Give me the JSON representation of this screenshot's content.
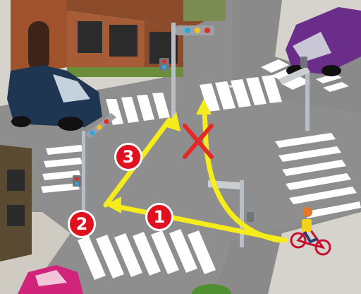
{
  "colors": {
    "road": "#8e8e8e",
    "road_dark": "#7a7a7a",
    "sidewalk": "#d9d7d2",
    "crosswalk": "#ffffff",
    "arrow": "#f6ec1d",
    "step_circle": "#e0101e",
    "forbidden_mark": "#e32a27",
    "building_brick": "#a0522d",
    "car_purple": "#6a2e8a",
    "car_navy": "#1f3652",
    "car_magenta": "#d1237a"
  },
  "steps": [
    {
      "label": "1",
      "description_icon": "yellow-arrow-straight"
    },
    {
      "label": "2",
      "description_icon": "corner-stop"
    },
    {
      "label": "3",
      "description_icon": "yellow-arrow-diagonal"
    }
  ],
  "forbidden": {
    "icon": "red-x-icon",
    "meaning": "direct-right-turn-not-allowed"
  },
  "icons": {
    "cyclist": "cyclist-icon",
    "traffic_light": "traffic-light-icon",
    "pedestrian_signal": "pedestrian-signal-icon"
  }
}
